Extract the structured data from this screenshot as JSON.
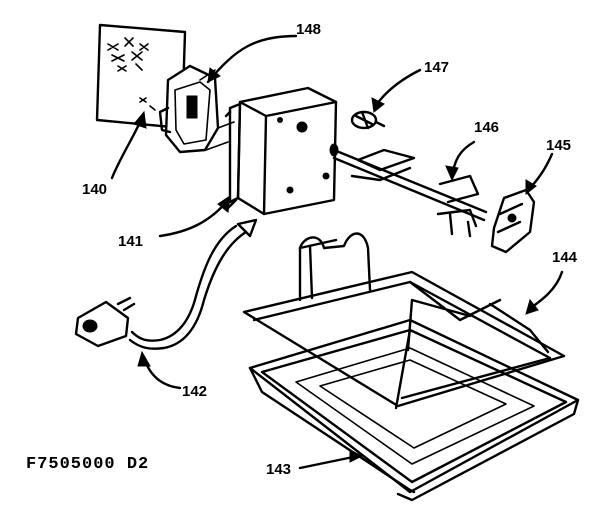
{
  "labels": {
    "p140": "140",
    "p141": "141",
    "p142": "142",
    "p143": "143",
    "p144": "144",
    "p145": "145",
    "p146": "146",
    "p147": "147",
    "p148": "148"
  },
  "drawing_code": "F7505000 D2"
}
